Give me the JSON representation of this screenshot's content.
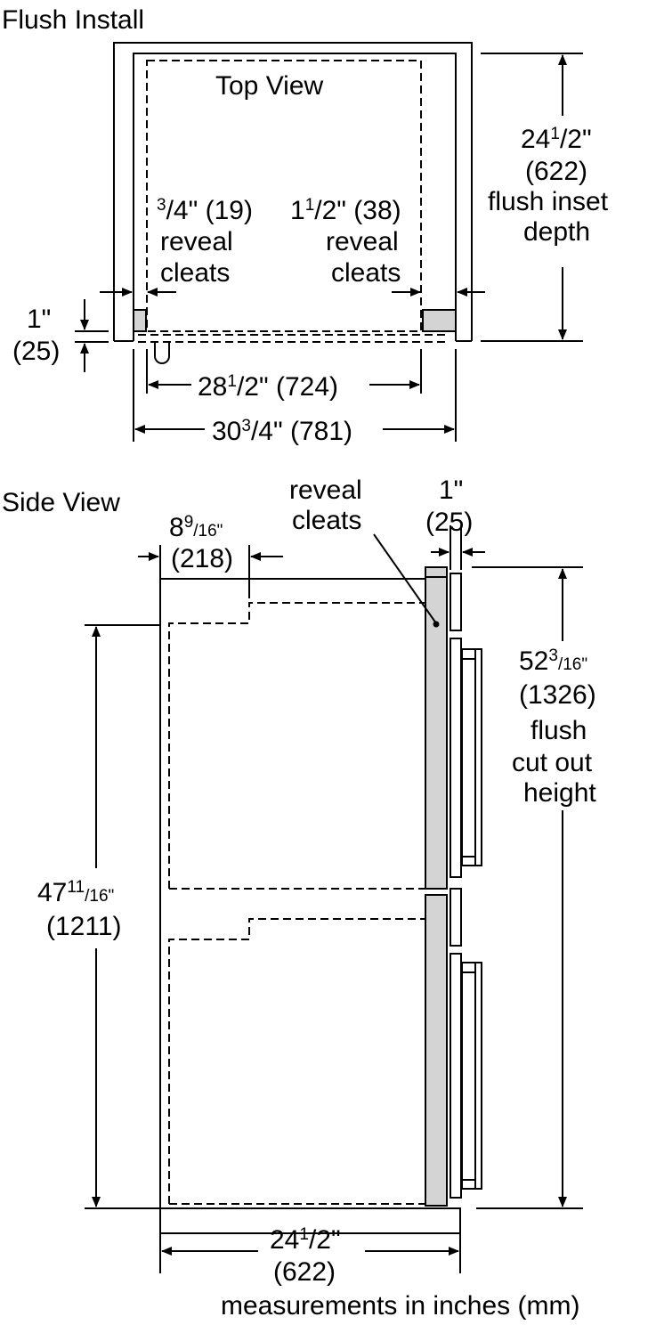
{
  "title": "Flush Install",
  "top_view": {
    "label": "Top View",
    "left_reveal": {
      "num": "3",
      "den": "/4\"",
      "mm": " (19)",
      "line2": "reveal",
      "line3": "cleats"
    },
    "right_reveal": {
      "whole": "1",
      "num": "1",
      "den": "/2\"",
      "mm": " (38)",
      "line2": "reveal",
      "line3": "cleats"
    },
    "depth": {
      "whole": "24",
      "num": "1",
      "den": "/2\"",
      "mm": "(622)",
      "line3": "flush inset",
      "line4": "depth"
    },
    "front_offset": {
      "value": "1\"",
      "mm": "(25)"
    },
    "inner_width": {
      "whole": "28",
      "num": "1",
      "den": "/2\" (724)"
    },
    "outer_width": {
      "whole": "30",
      "num": "3",
      "den": "/4\" (781)"
    }
  },
  "side_view": {
    "label": "Side View",
    "top_offset": {
      "whole": "8",
      "num": "9",
      "den": "/16\"",
      "mm": "(218)"
    },
    "reveal_cleats": {
      "line1": "reveal",
      "line2": "cleats"
    },
    "door_depth": {
      "value": "1\"",
      "mm": "(25)"
    },
    "cutout_height": {
      "whole": "52",
      "num": "3",
      "den": "/16\"",
      "mm": "(1326)",
      "line3": "flush",
      "line4": "cut out",
      "line5": "height"
    },
    "oven_height": {
      "whole": "47",
      "num": "11",
      "den": "/16\"",
      "mm": "(1211)"
    },
    "depth": {
      "whole": "24",
      "num": "1",
      "den": "/2\"",
      "mm": "(622)"
    }
  },
  "footnote": "measurements in inches (mm)"
}
